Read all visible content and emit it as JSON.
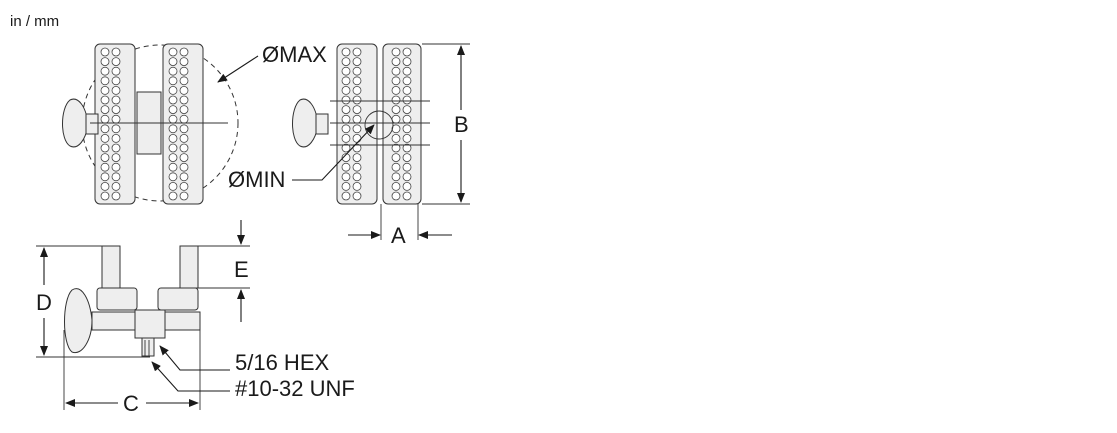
{
  "units_label": "in / mm",
  "labels": {
    "max": "ØMAX",
    "min": "ØMIN",
    "a": "A",
    "b": "B",
    "c": "C",
    "d": "D",
    "e": "E",
    "hex": "5/16 HEX",
    "thread": "#10-32 UNF"
  }
}
